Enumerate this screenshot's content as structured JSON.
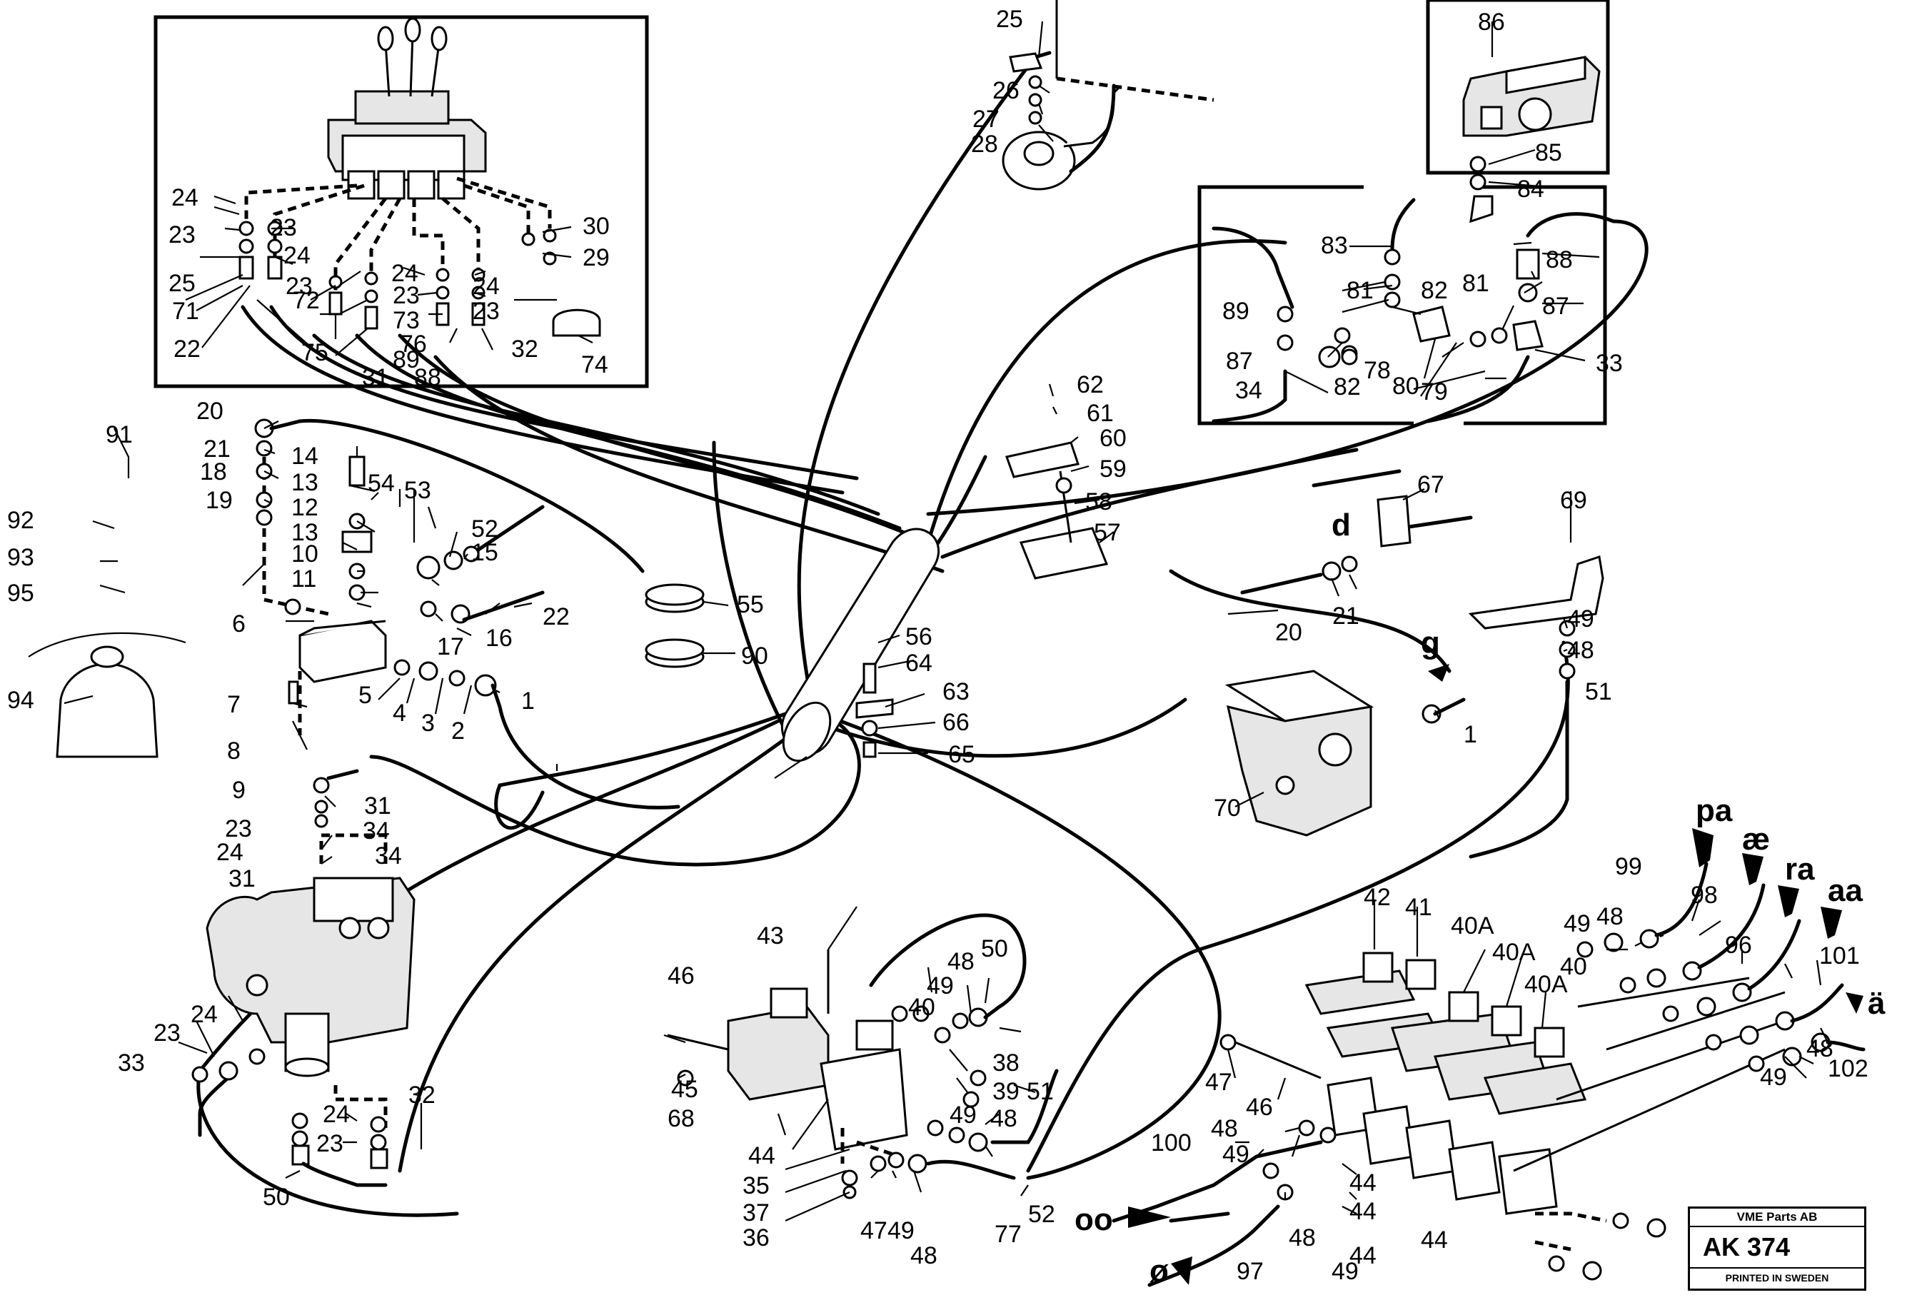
{
  "labels": {
    "l1a": "1",
    "l1b": "1",
    "l2": "2",
    "l3": "3",
    "l4": "4",
    "l5": "5",
    "l6": "6",
    "l7": "7",
    "l8": "8",
    "l9": "9",
    "l10": "10",
    "l11": "11",
    "l12": "12",
    "l13a": "13",
    "l13b": "13",
    "l14": "14",
    "l15": "15",
    "l16": "16",
    "l17": "17",
    "l18": "18",
    "l19": "19",
    "l20a": "20",
    "l20b": "20",
    "l21a": "21",
    "l21b": "21",
    "l22a": "22",
    "l22b": "22",
    "l23a": "23",
    "l23b": "23",
    "l23c": "23",
    "l23d": "23",
    "l23e": "23",
    "l23f": "23",
    "l23g": "23",
    "l23h": "23",
    "l24a": "24",
    "l24b": "24",
    "l24c": "24",
    "l24d": "24",
    "l24e": "24",
    "l24f": "24",
    "l24g": "24",
    "l25a": "25",
    "l25b": "25",
    "l26": "26",
    "l27": "27",
    "l28": "28",
    "l29": "29",
    "l30": "30",
    "l31a": "31",
    "l31b": "31",
    "l31c": "31",
    "l32a": "32",
    "l32b": "32",
    "l33a": "33",
    "l33b": "33",
    "l34a": "34",
    "l34b": "34",
    "l34c": "34",
    "l35": "35",
    "l36": "36",
    "l37": "37",
    "l38": "38",
    "l39": "39",
    "l40a": "40",
    "l40b": "40",
    "l40Aa": "40A",
    "l40Ab": "40A",
    "l40Ac": "40A",
    "l41": "41",
    "l42": "42",
    "l43": "43",
    "l44a": "44",
    "l44b": "44",
    "l44c": "44",
    "l44d": "44",
    "l44e": "44",
    "l45": "45",
    "l46a": "46",
    "l46b": "46",
    "l47a": "47",
    "l47b": "47",
    "l48a": "48",
    "l48b": "48",
    "l48c": "48",
    "l48d": "48",
    "l48e": "48",
    "l48f": "48",
    "l48g": "48",
    "l48h": "48",
    "l49a": "49",
    "l49b": "49",
    "l49c": "49",
    "l49d": "49",
    "l49e": "49",
    "l49f": "49",
    "l49g": "49",
    "l49h": "49",
    "l50a": "50",
    "l50b": "50",
    "l51a": "51",
    "l51b": "51",
    "l52a": "52",
    "l52b": "52",
    "l53": "53",
    "l54": "54",
    "l55": "55",
    "l56": "56",
    "l57": "57",
    "l58": "58",
    "l59": "59",
    "l60": "60",
    "l61": "61",
    "l62": "62",
    "l63": "63",
    "l64": "64",
    "l65": "65",
    "l66": "66",
    "l67": "67",
    "l68": "68",
    "l69": "69",
    "l70": "70",
    "l71": "71",
    "l72": "72",
    "l73": "73",
    "l74": "74",
    "l75": "75",
    "l76": "76",
    "l77": "77",
    "l78": "78",
    "l79": "79",
    "l80": "80",
    "l81a": "81",
    "l81b": "81",
    "l82a": "82",
    "l82b": "82",
    "l83": "83",
    "l84": "84",
    "l85": "85",
    "l86": "86",
    "l87a": "87",
    "l87b": "87",
    "l88a": "88",
    "l88b": "88",
    "l89a": "89",
    "l89b": "89",
    "l90": "90",
    "l91": "91",
    "l92": "92",
    "l93": "93",
    "l94": "94",
    "l95": "95",
    "l96": "96",
    "l97": "97",
    "l98": "98",
    "l99": "99",
    "l100": "100",
    "l101": "101",
    "l102": "102"
  },
  "connection_markers": {
    "d": "d",
    "g": "g",
    "pa": "pa",
    "ae": "æ",
    "ra": "ra",
    "aa": "aa",
    "auml": "ä",
    "oo": "oo",
    "oslash": "ø"
  },
  "title_block": {
    "company": "VME Parts AB",
    "code": "AK 374",
    "note": "PRINTED IN SWEDEN"
  }
}
